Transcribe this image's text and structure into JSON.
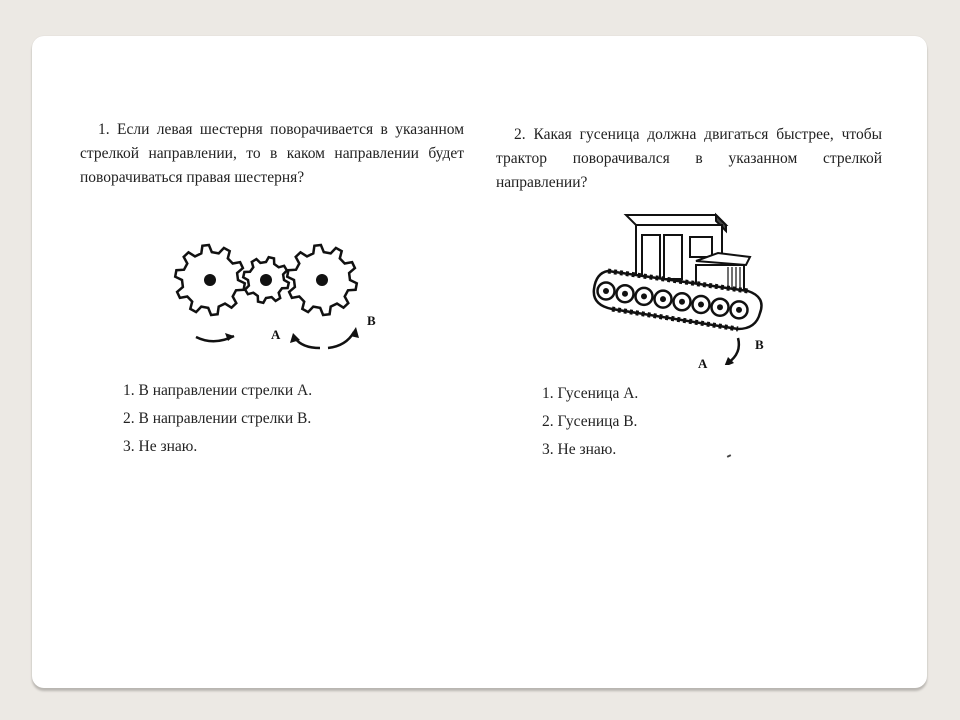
{
  "question1": {
    "text": "1. Если левая шестерня поворачивается в указанном стрелкой направлении, то в каком направлении будет поворачиваться правая шестерня?",
    "label_a": "А",
    "label_b": "В",
    "answers": [
      "1. В направлении стрелки А.",
      "2. В направлении стрелки В.",
      "3. Не знаю."
    ]
  },
  "question2": {
    "text": "2. Какая гусеница должна двигаться быстрее, чтобы трактор поворачивался в указанном стрелкой направлении?",
    "label_a": "А",
    "label_b": "В",
    "answers": [
      "1. Гусеница А.",
      "2. Гусеница В.",
      "3. Не знаю."
    ]
  },
  "colors": {
    "background": "#ece9e4",
    "slide": "#ffffff",
    "ink": "#222222"
  },
  "icons": [
    "gear-icon",
    "tractor-icon",
    "arrow-icon"
  ]
}
